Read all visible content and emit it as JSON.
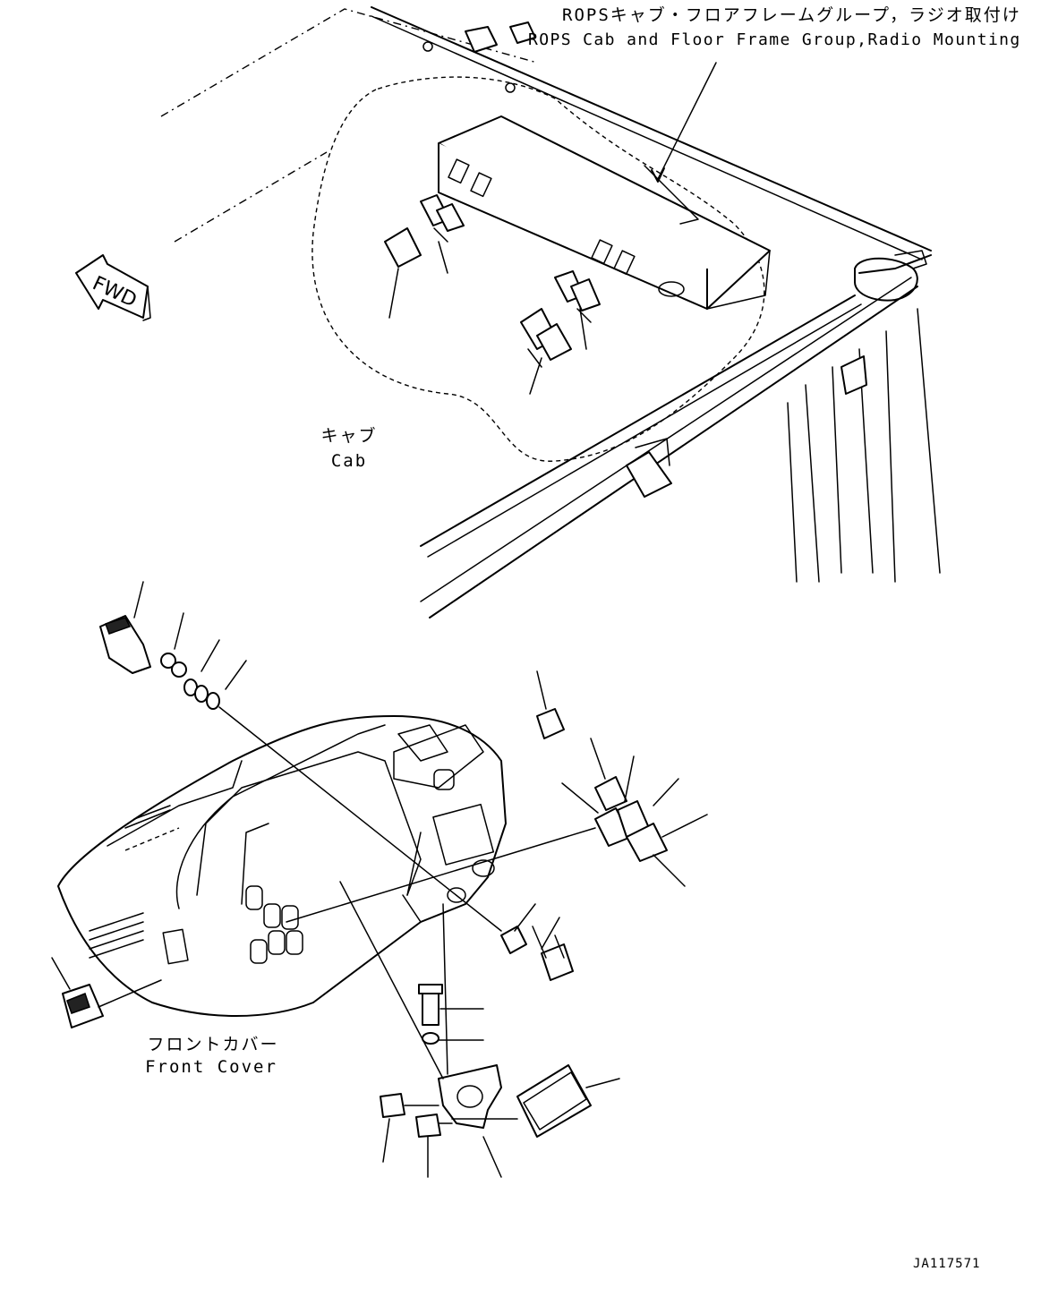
{
  "labels": {
    "rops_jp": "ROPSキャブ・フロアフレームグループ，ラジオ取付け",
    "rops_en": "ROPS Cab and Floor Frame Group,Radio Mounting",
    "cab_jp": "キャブ",
    "cab_en": "Cab",
    "front_cover_jp": "フロントカバー",
    "front_cover_en": "Front Cover",
    "fwd": "FWD",
    "drawing_id": "JA117571"
  },
  "colors": {
    "line": "#000000",
    "background": "#ffffff"
  }
}
